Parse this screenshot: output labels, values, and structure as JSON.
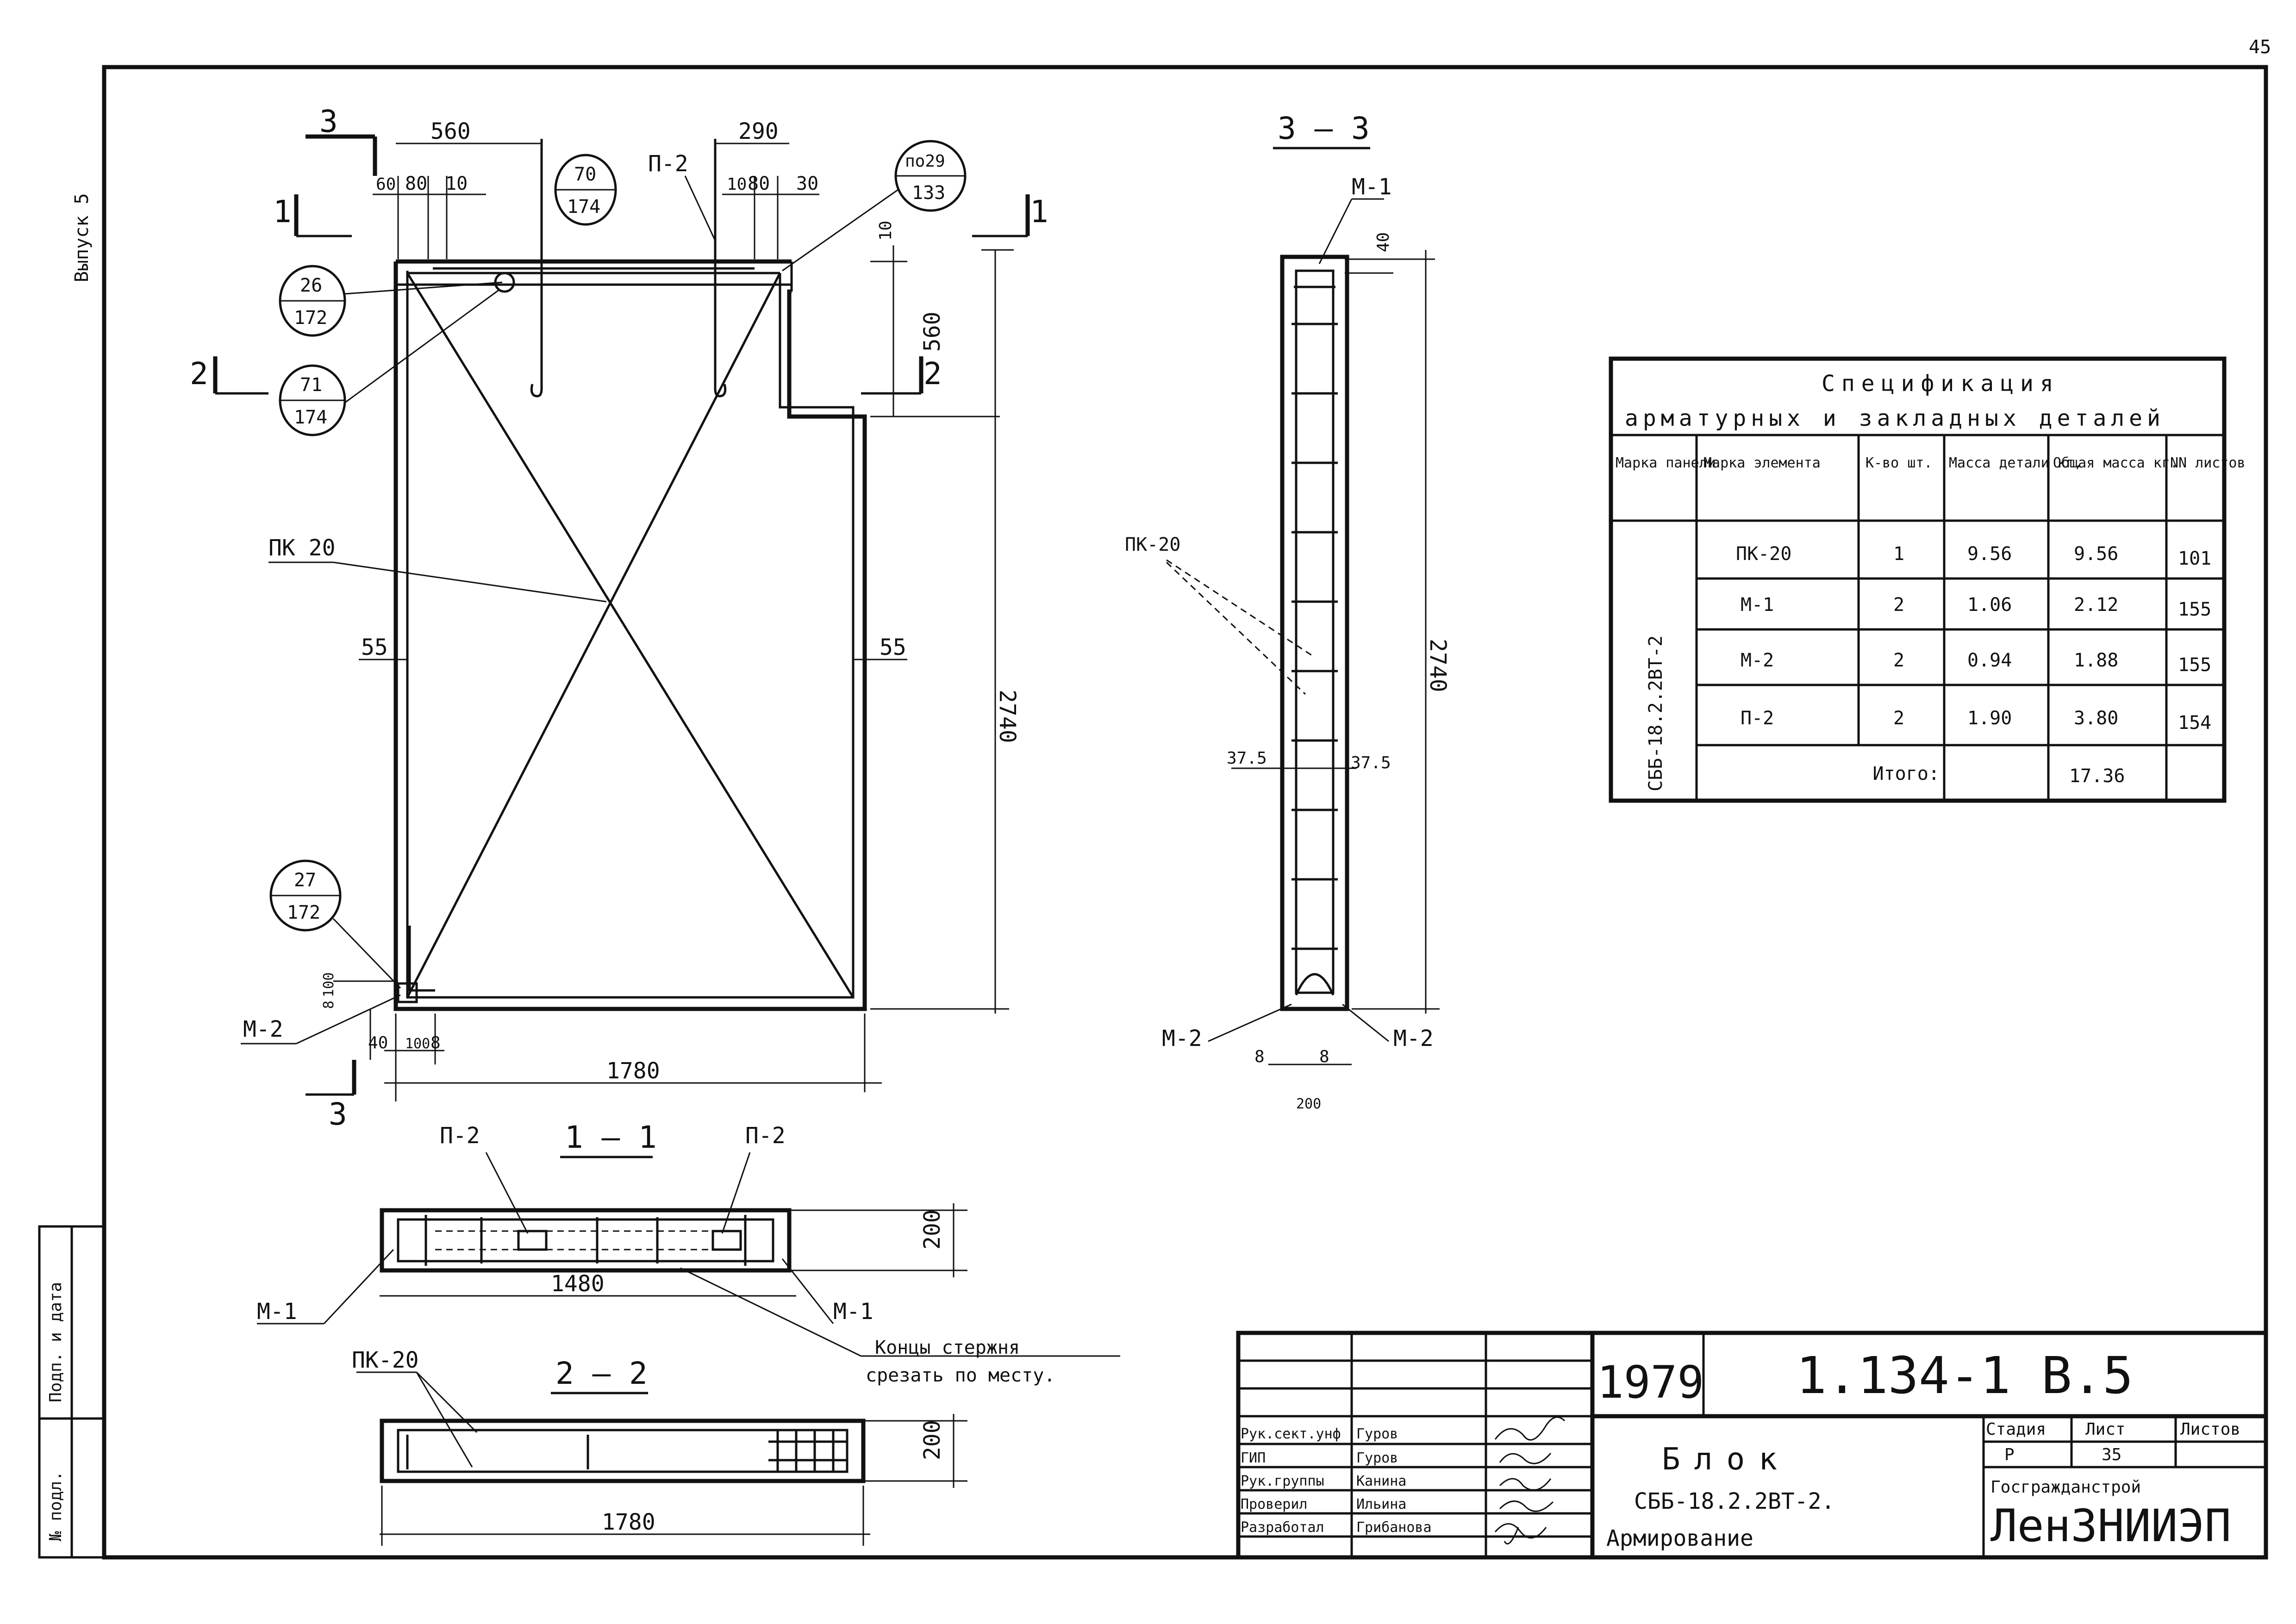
{
  "page_number": "45",
  "issue_label": "Выпуск 5",
  "left_stamp": {
    "sign_date": "Подп. и дата",
    "inventory_no": "№ подл."
  },
  "plan": {
    "section_3_marker": "3",
    "section_1_marker": "1",
    "section_2_marker": "2",
    "dim_560_top": "560",
    "dim_60": "60",
    "dim_80_l": "80",
    "dim_10_l": "10",
    "dim_290": "290",
    "dim_10_r": "10",
    "dim_80_r": "80",
    "dim_30": "30",
    "dim_10_v": "10",
    "dim_560_v": "560",
    "dim_2740": "2740",
    "dim_55_l": "55",
    "dim_55_r": "55",
    "dim_40": "40",
    "dim_100": "100",
    "dim_8_b": "8",
    "dim_100_v": "100",
    "dim_8_v": "8",
    "dim_1780": "1780",
    "label_p2": "П-2",
    "label_pk20": "ПК 20",
    "label_m2": "М-2",
    "callouts": [
      {
        "top": "26",
        "bottom": "172"
      },
      {
        "top": "71",
        "bottom": "174"
      },
      {
        "top": "70",
        "bottom": "174"
      },
      {
        "top": "по29",
        "bottom": "133"
      },
      {
        "top": "27",
        "bottom": "172"
      }
    ]
  },
  "section_3_3": {
    "title": "3 — 3",
    "label_m1": "М-1",
    "label_pk20": "ПК-20",
    "label_m2_l": "М-2",
    "label_m2_r": "М-2",
    "dim_40": "40",
    "dim_2740": "2740",
    "dim_37_5_l": "37.5",
    "dim_37_5_r": "37.5",
    "dim_8_l": "8",
    "dim_8_r": "8",
    "dim_200": "200"
  },
  "section_1_1": {
    "title": "1 — 1",
    "label_p2_l": "П-2",
    "label_p2_r": "П-2",
    "label_m1_l": "М-1",
    "label_m1_r": "М-1",
    "dim_200": "200",
    "dim_1480": "1480",
    "note_line1": "Концы стержня",
    "note_line2": "срезать по месту."
  },
  "section_2_2": {
    "title": "2 — 2",
    "label_pk20": "ПК-20",
    "dim_200": "200",
    "dim_1780": "1780"
  },
  "spec": {
    "title": "Спецификация",
    "subtitle": "арматурных и закладных деталей",
    "headers": [
      "Марка панели",
      "Марка элемента",
      "К-во шт.",
      "Масса детали кг.",
      "Общая масса кг.",
      "NN листов"
    ],
    "panel": "СББ-18.2.2ВТ-2",
    "rows": [
      {
        "element": "ПК-20",
        "qty": "1",
        "mass": "9.56",
        "total": "9.56",
        "sheet": "101"
      },
      {
        "element": "М-1",
        "qty": "2",
        "mass": "1.06",
        "total": "2.12",
        "sheet": "155"
      },
      {
        "element": "М-2",
        "qty": "2",
        "mass": "0.94",
        "total": "1.88",
        "sheet": "155"
      },
      {
        "element": "П-2",
        "qty": "2",
        "mass": "1.90",
        "total": "3.80",
        "sheet": "154"
      }
    ],
    "total_label": "Итого:",
    "total_value": "17.36"
  },
  "title_block": {
    "year": "1979",
    "doc_code": "1.134-1 В.5",
    "roles": [
      {
        "role": "Рук.сект.унф",
        "name": "Гуров"
      },
      {
        "role": "ГИП",
        "name": "Гуров"
      },
      {
        "role": "Рук.группы",
        "name": "Канина"
      },
      {
        "role": "Проверил",
        "name": "Ильина"
      },
      {
        "role": "Разработал",
        "name": "Грибанова"
      }
    ],
    "name_line1": "Блок",
    "name_line2": "СББ-18.2.2ВТ-2.",
    "name_line3": "Армирование",
    "stage_header": "Стадия",
    "sheet_header": "Лист",
    "sheets_header": "Листов",
    "stage": "Р",
    "sheet": "35",
    "org_line1": "Госгражданстрой",
    "org_line2": "ЛенЗНИИЭП"
  }
}
